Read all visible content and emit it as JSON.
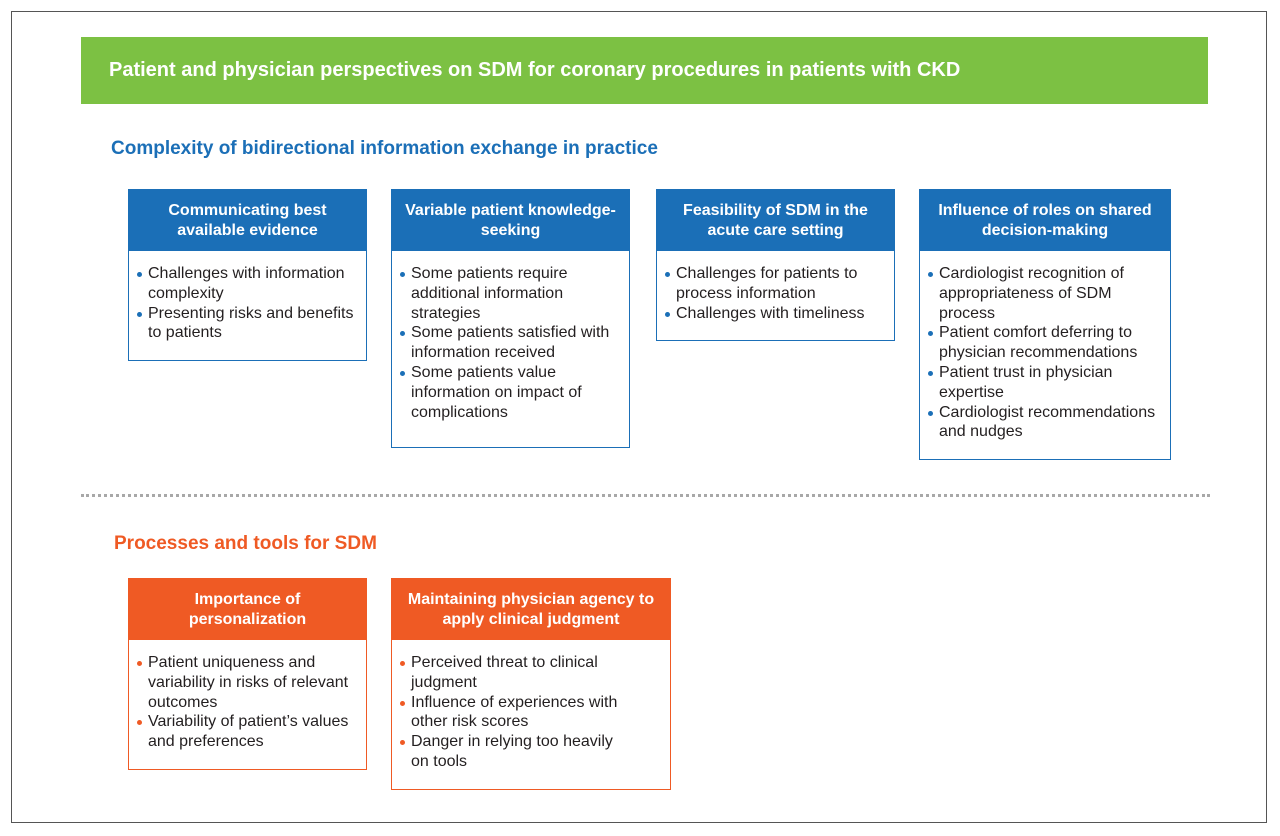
{
  "title": "Patient and physician perspectives on SDM for coronary procedures in patients with CKD",
  "sections": [
    {
      "heading": "Complexity of bidirectional information exchange in practice",
      "boxes": [
        {
          "title": "Communicating best available evidence",
          "items": [
            "Challenges with information complexity",
            "Presenting risks and benefits to patients"
          ]
        },
        {
          "title": "Variable patient knowledge-seeking",
          "items": [
            "Some patients require additional information strategies",
            "Some patients satisfied with information received",
            "Some patients value information on impact of complications"
          ]
        },
        {
          "title": "Feasibility of SDM in the acute care setting",
          "items": [
            "Challenges for patients to process information",
            "Challenges with timeliness"
          ]
        },
        {
          "title": "Influence of roles on shared decision-making",
          "items": [
            "Cardiologist recognition of appropriateness of SDM process",
            "Patient comfort deferring to physician recommendations",
            "Patient trust in physician expertise",
            "Cardiologist recommendations and nudges"
          ]
        }
      ]
    },
    {
      "heading": "Processes and tools for SDM",
      "boxes": [
        {
          "title": "Importance of personalization",
          "items": [
            "Patient uniqueness and variability in risks of relevant outcomes",
            "Variability of patient’s values and preferences"
          ]
        },
        {
          "title": "Maintaining physician agency to apply clinical judgment",
          "items": [
            "Perceived threat to clinical judgment",
            "Influence of experiences with other risk scores",
            "Danger in relying too heavily on tools"
          ]
        }
      ]
    }
  ],
  "colors": {
    "banner": "#7cc143",
    "blue": "#1b6fb7",
    "orange": "#ef5a24"
  }
}
